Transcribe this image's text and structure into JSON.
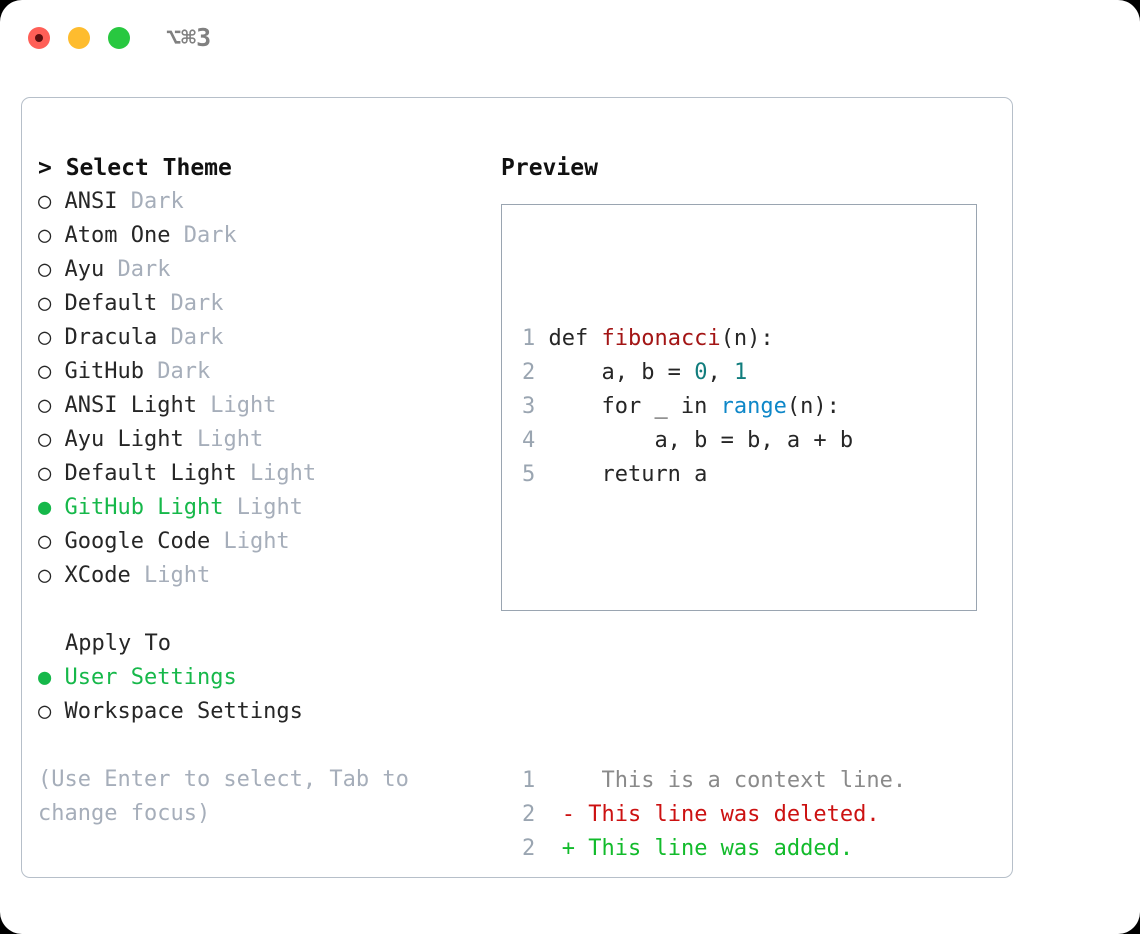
{
  "window": {
    "traffic_lights": [
      "close",
      "minimize",
      "maximize"
    ],
    "shortcut_label": "⌥⌘3"
  },
  "left_panel": {
    "header": {
      "prefix": "> ",
      "label": "Select Theme"
    },
    "themes": [
      {
        "marker": "○ ",
        "name": "ANSI",
        "variant": "Dark",
        "selected": false
      },
      {
        "marker": "○ ",
        "name": "Atom One",
        "variant": "Dark",
        "selected": false
      },
      {
        "marker": "○ ",
        "name": "Ayu",
        "variant": "Dark",
        "selected": false
      },
      {
        "marker": "○ ",
        "name": "Default",
        "variant": "Dark",
        "selected": false
      },
      {
        "marker": "○ ",
        "name": "Dracula",
        "variant": "Dark",
        "selected": false
      },
      {
        "marker": "○ ",
        "name": "GitHub",
        "variant": "Dark",
        "selected": false
      },
      {
        "marker": "○ ",
        "name": "ANSI Light",
        "variant": "Light",
        "selected": false
      },
      {
        "marker": "○ ",
        "name": "Ayu Light",
        "variant": "Light",
        "selected": false
      },
      {
        "marker": "○ ",
        "name": "Default Light",
        "variant": "Light",
        "selected": false
      },
      {
        "marker": "● ",
        "name": "GitHub Light",
        "variant": "Light",
        "selected": true
      },
      {
        "marker": "○ ",
        "name": "Google Code",
        "variant": "Light",
        "selected": false
      },
      {
        "marker": "○ ",
        "name": "XCode",
        "variant": "Light",
        "selected": false
      }
    ],
    "apply_to": {
      "header": "Apply To",
      "options": [
        {
          "marker": "● ",
          "label": "User Settings",
          "selected": true
        },
        {
          "marker": "○ ",
          "label": "Workspace Settings",
          "selected": false
        }
      ]
    },
    "hint": "(Use Enter to select, Tab to change focus)"
  },
  "right_panel": {
    "header": "Preview",
    "code": {
      "lines": [
        {
          "no": "1",
          "segments": [
            {
              "text": " def ",
              "kind": "plain"
            },
            {
              "text": "fibonacci",
              "kind": "func"
            },
            {
              "text": "(n):",
              "kind": "plain"
            }
          ]
        },
        {
          "no": "2",
          "segments": [
            {
              "text": "     a, b = ",
              "kind": "plain"
            },
            {
              "text": "0",
              "kind": "num"
            },
            {
              "text": ", ",
              "kind": "plain"
            },
            {
              "text": "1",
              "kind": "num"
            }
          ]
        },
        {
          "no": "3",
          "segments": [
            {
              "text": "     for _ in ",
              "kind": "plain"
            },
            {
              "text": "range",
              "kind": "builtin"
            },
            {
              "text": "(n):",
              "kind": "plain"
            }
          ]
        },
        {
          "no": "4",
          "segments": [
            {
              "text": "         a, b = b, a + b",
              "kind": "plain"
            }
          ]
        },
        {
          "no": "5",
          "segments": [
            {
              "text": "     return a",
              "kind": "plain"
            }
          ]
        }
      ],
      "diff": [
        {
          "no": "1",
          "sign": "  ",
          "text": " This is a context line.",
          "kind": "context"
        },
        {
          "no": "2",
          "sign": "- ",
          "text": "This line was deleted.",
          "kind": "deleted"
        },
        {
          "no": "2",
          "sign": "+ ",
          "text": "This line was added.",
          "kind": "added"
        }
      ]
    }
  },
  "colors": {
    "accent_green": "#16b84a",
    "muted": "#a6aeba",
    "border": "#b6bfc9",
    "code_border": "#9aa5b1",
    "func_red": "#a31515",
    "num_teal": "#117d7d",
    "builtin_blue": "#0e87c8",
    "diff_deleted": "#cc1111",
    "diff_added": "#12bb2b",
    "diff_context": "#8a8a8a"
  }
}
